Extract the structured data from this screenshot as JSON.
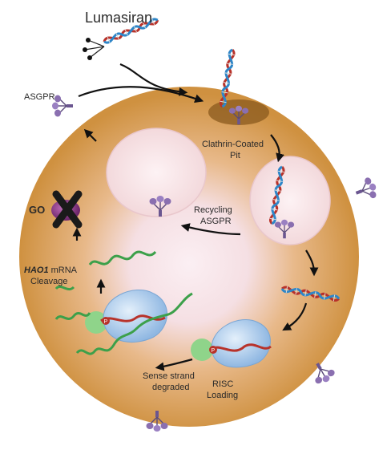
{
  "title": "Lumasiran",
  "labels": {
    "asgpr": "ASGPR",
    "clathrin_line1": "Clathrin-Coated",
    "clathrin_line2": "Pit",
    "recycling_line1": "Recycling",
    "recycling_line2": "ASGPR",
    "go": "GO",
    "hao1_gene": "HAO1",
    "hao1_rest": " mRNA",
    "cleavage": "Cleavage",
    "sense_line1": "Sense strand",
    "sense_line2": "degraded",
    "risc_line1": "RISC",
    "risc_line2": "Loading",
    "p_marker": "P"
  },
  "colors": {
    "cell": "#d9a04e",
    "cell_inner": "#f6e6ea",
    "receptor": "#8a6fb0",
    "strand_red": "#b8322a",
    "strand_blue": "#2e86c8",
    "mrna_green": "#3ca04a",
    "risc_blue": "#a9c9ec",
    "go_purple": "#7a2f7a"
  },
  "icons": [
    "asgpr-receptor-icon",
    "sirna-duplex-icon",
    "risc-complex-icon",
    "go-enzyme-icon",
    "cross-icon",
    "mrna-strand-icon",
    "pathway-arrow-icon"
  ]
}
